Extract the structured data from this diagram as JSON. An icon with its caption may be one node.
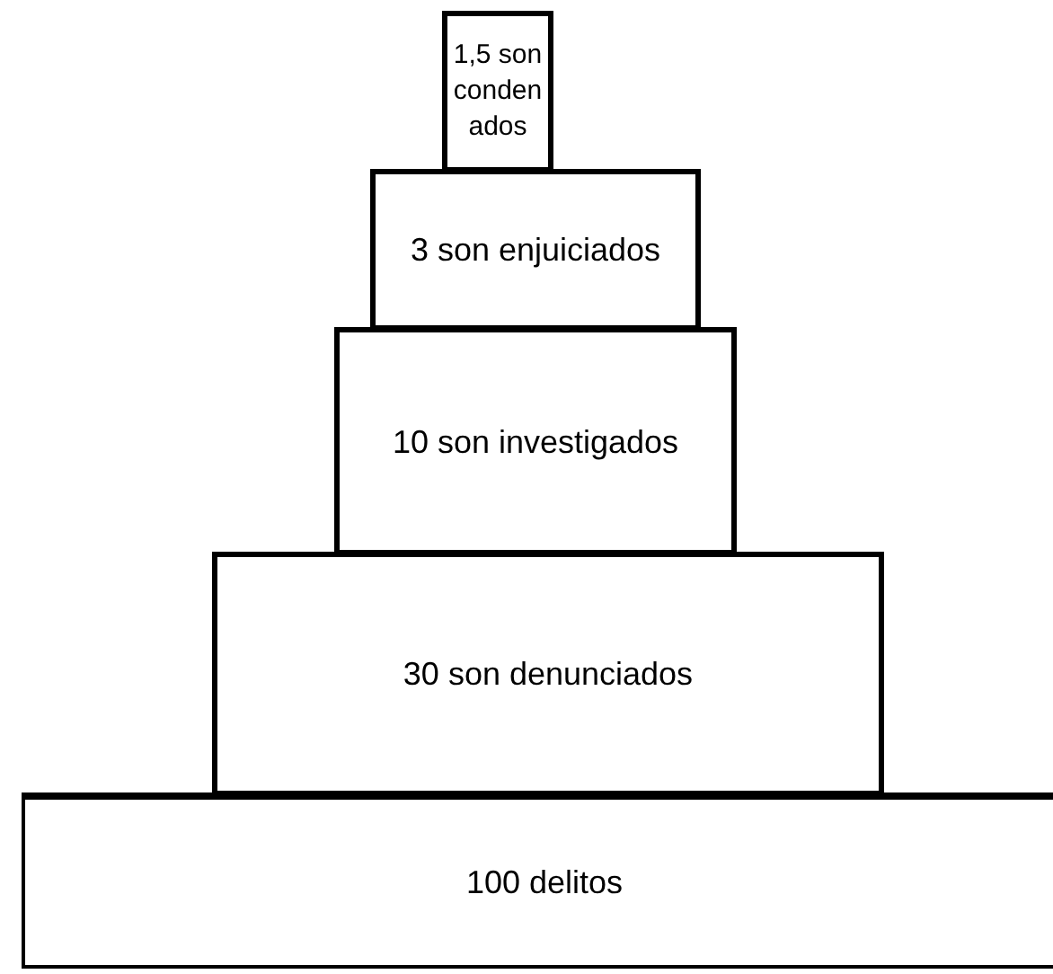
{
  "diagram": {
    "nodes": [
      {
        "text": [
          "1,5 son condenados"
        ]
      },
      {
        "text": [
          "3 son enjuiciados"
        ]
      },
      {
        "text": [
          "10 son investigados"
        ]
      },
      {
        "text": [
          "30 son denunciados"
        ]
      },
      {
        "text": [
          "100 delitos"
        ]
      }
    ],
    "edges": []
  }
}
